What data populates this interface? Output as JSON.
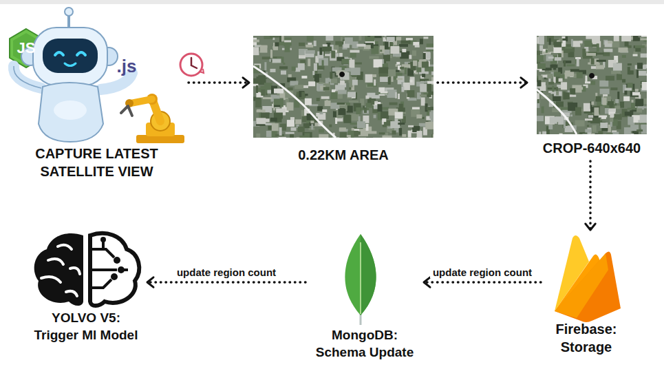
{
  "diagram": {
    "nodes": [
      {
        "text": [
          "CAPTURE LATEST SATELLITE VIEW"
        ]
      },
      {
        "text": [
          "0.22KM AREA"
        ]
      },
      {
        "text": [
          "CROP-640x640"
        ]
      },
      {
        "text": [
          "Firebase: Storage"
        ]
      },
      {
        "text": [
          "MongoDB: Schema Update"
        ]
      },
      {
        "text": [
          "YOLVO V5: Trigger Ml Model"
        ]
      }
    ],
    "edges": [
      {
        "from": 0,
        "to": 1,
        "arrow": "to"
      },
      {
        "from": 1,
        "to": 2,
        "arrow": "to"
      },
      {
        "from": 2,
        "to": 3,
        "arrow": "to"
      },
      {
        "from": 3,
        "to": 4,
        "label": "update region count",
        "arrow": "to"
      },
      {
        "from": 4,
        "to": 5,
        "label": "update region count",
        "arrow": "to"
      }
    ],
    "labels": [
      "JS",
      ".js"
    ]
  }
}
